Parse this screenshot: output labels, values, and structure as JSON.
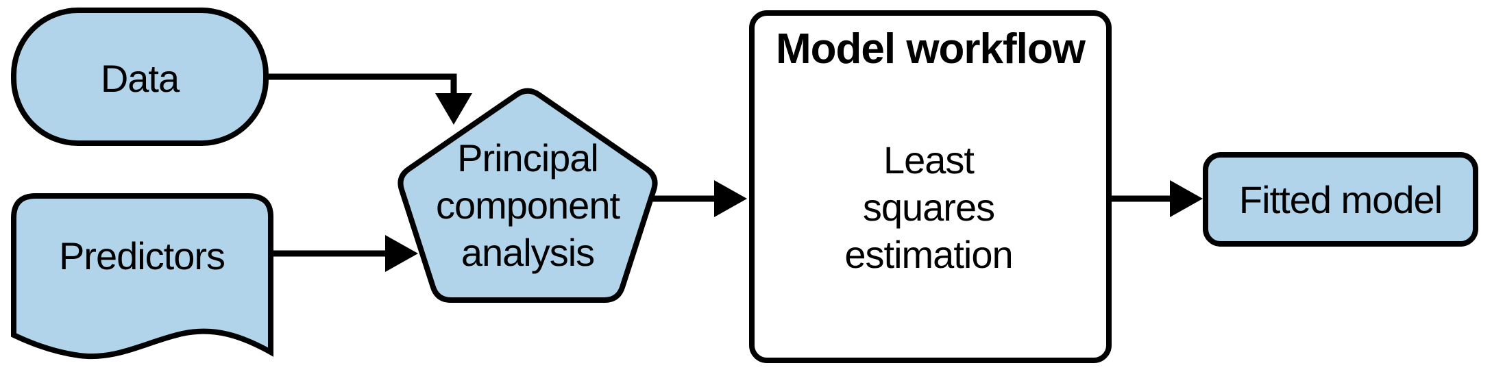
{
  "figure": {
    "colors": {
      "node_fill": "#b2d4ea",
      "stroke": "#000000",
      "background": "#ffffff"
    },
    "nodes": {
      "data": {
        "label": "Data",
        "shape": "stadium"
      },
      "predictors": {
        "label": "Predictors",
        "shape": "document"
      },
      "pca": {
        "label": "Principal component analysis",
        "lines": [
          "Principal",
          "component",
          "analysis"
        ],
        "shape": "pentagon"
      },
      "workflow": {
        "label": "Model workflow",
        "shape": "container"
      },
      "lse": {
        "label": "Least squares estimation",
        "lines": [
          "Least",
          "squares",
          "estimation"
        ],
        "shape": "pentagon"
      },
      "fitted": {
        "label": "Fitted model",
        "shape": "rounded-rectangle"
      }
    },
    "edges": [
      {
        "from": "data",
        "to": "pca"
      },
      {
        "from": "predictors",
        "to": "pca"
      },
      {
        "from": "pca",
        "to": "workflow"
      },
      {
        "from": "workflow",
        "to": "fitted"
      }
    ]
  }
}
